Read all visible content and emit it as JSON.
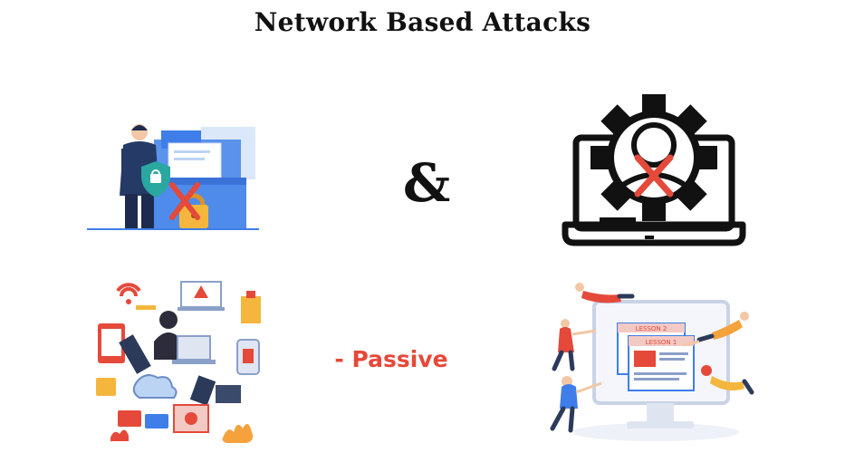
{
  "slide": {
    "title": "Network Based Attacks",
    "connector": "&",
    "passive_label": "- Passive"
  },
  "illustrations": [
    {
      "name": "security-guard-locked-folder",
      "icon": "shield-lock-icon"
    },
    {
      "name": "laptop-gear-failure",
      "icon": "gear-x-icon"
    },
    {
      "name": "cyber-threats-collage",
      "icon": "hacker-icon"
    },
    {
      "name": "online-lessons",
      "icon": "monitor-lessons-icon",
      "lesson_labels": [
        "LESSON 2",
        "LESSON 1"
      ]
    }
  ],
  "colors": {
    "text": "#111111",
    "accent_red": "#e5493a",
    "blue": "#3f7ee8",
    "light_blue": "#bcd4f4",
    "yellow": "#f5b63d",
    "navy": "#263a66"
  }
}
